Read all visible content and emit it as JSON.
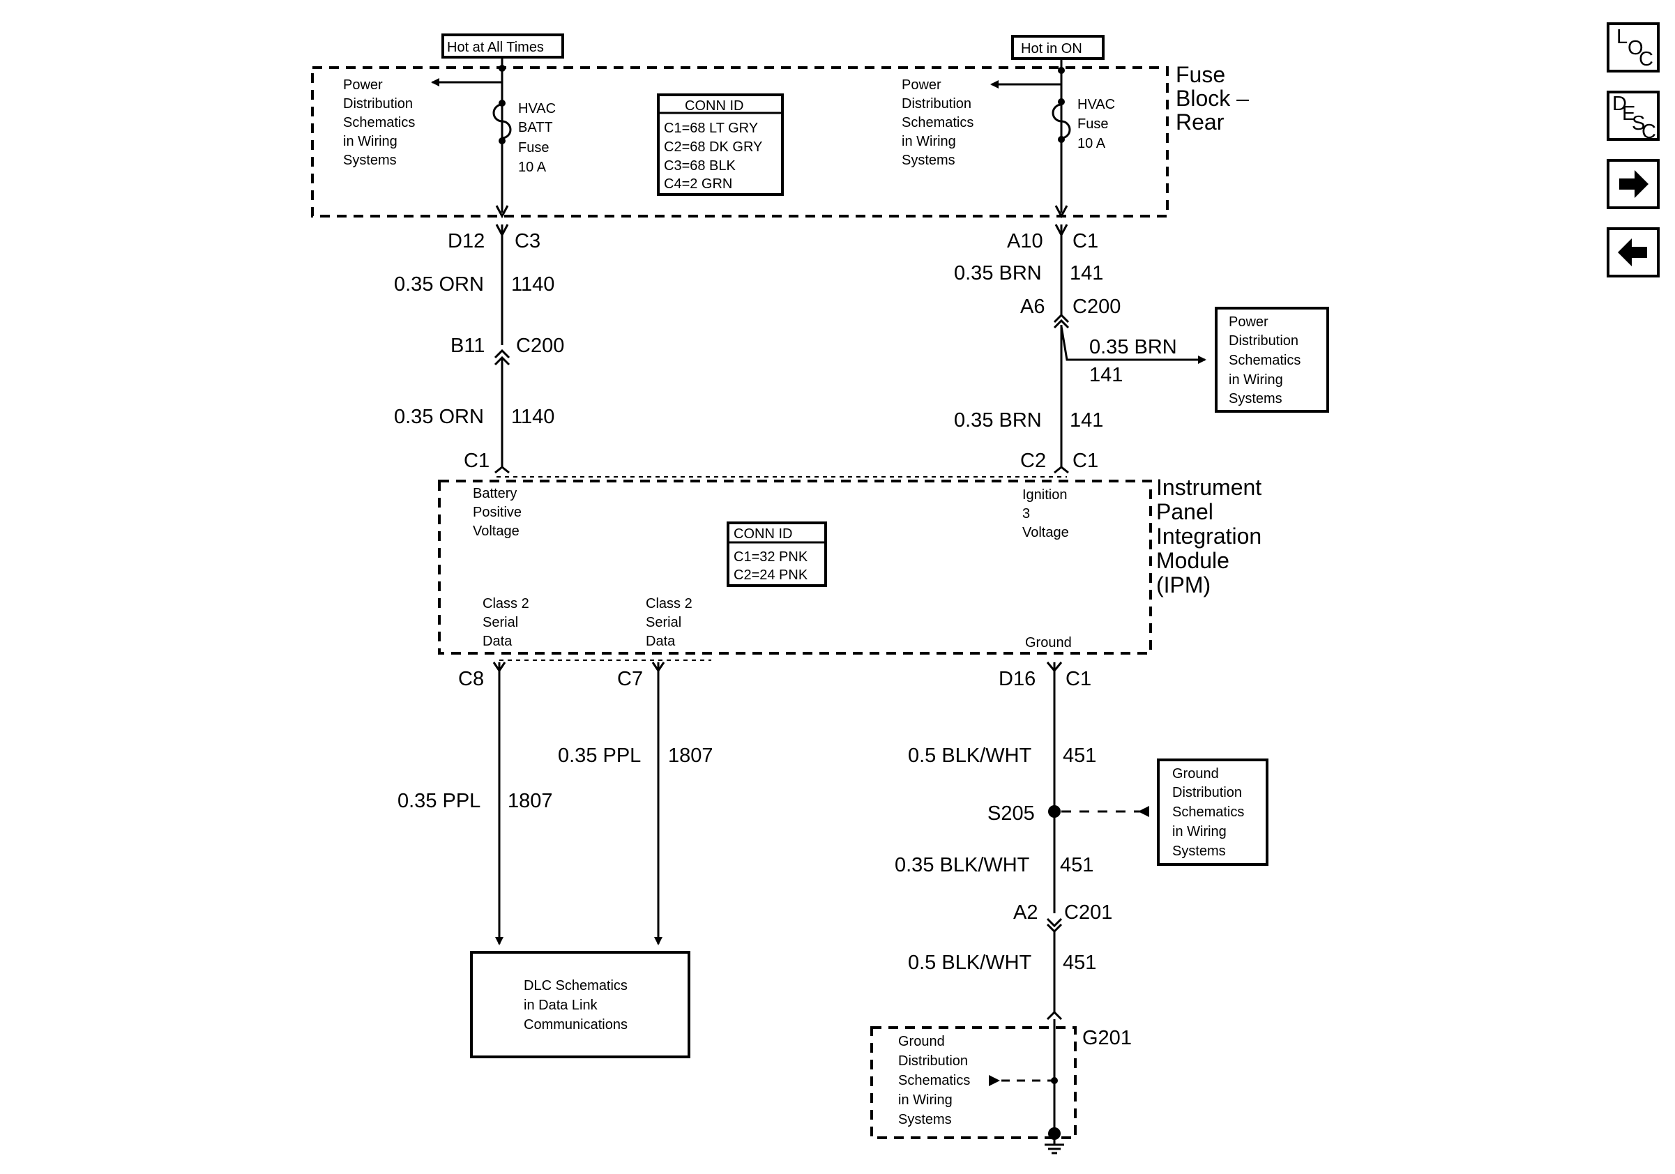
{
  "fuse_block": {
    "labels": [
      "Fuse",
      "Block –",
      "Rear"
    ],
    "hot_at_all_times": "Hot at All Times",
    "hot_in_on": "Hot in ON",
    "left_ref": [
      "Power",
      "Distribution",
      "Schematics",
      "in Wiring",
      "Systems"
    ],
    "right_ref": [
      "Power",
      "Distribution",
      "Schematics",
      "in Wiring",
      "Systems"
    ],
    "left_fuse": [
      "HVAC",
      "BATT",
      "Fuse",
      "10 A"
    ],
    "right_fuse": [
      "HVAC",
      "Fuse",
      "10 A"
    ],
    "conn_title": "CONN ID",
    "conn_lines": [
      "C1=68 LT GRY",
      "C2=68 DK GRY",
      "C3=68 BLK",
      "C4=2 GRN"
    ]
  },
  "left_circuit": {
    "pin_top": "D12",
    "conn_top": "C3",
    "wire_a": "0.35 ORN",
    "circuit_a": "1140",
    "pin_mid": "B11",
    "conn_mid": "C200",
    "wire_b": "0.35 ORN",
    "circuit_b": "1140",
    "conn_ipm": "C1"
  },
  "right_circuit": {
    "pin_top": "A10",
    "conn_top": "C1",
    "wire_a": "0.35 BRN",
    "circuit_a": "141",
    "pin_mid": "A6",
    "conn_mid": "C200",
    "branch_wire": "0.35 BRN",
    "branch_circuit": "141",
    "wire_b": "0.35 BRN",
    "circuit_b": "141",
    "pin_ipm": "C2",
    "conn_ipm": "C1",
    "branch_ref": [
      "Power",
      "Distribution",
      "Schematics",
      "in Wiring",
      "Systems"
    ]
  },
  "ipm": {
    "labels": [
      "Instrument",
      "Panel",
      "Integration",
      "Module",
      "(IPM)"
    ],
    "battery": [
      "Battery",
      "Positive",
      "Voltage"
    ],
    "ignition": [
      "Ignition",
      "3",
      "Voltage"
    ],
    "class2_a": [
      "Class 2",
      "Serial",
      "Data"
    ],
    "class2_b": [
      "Class 2",
      "Serial",
      "Data"
    ],
    "ground": "Ground",
    "conn_title": "CONN ID",
    "conn_lines": [
      "C1=32 PNK",
      "C2=24 PNK"
    ]
  },
  "data_lines": {
    "pin_c8": "C8",
    "pin_c7": "C7",
    "wire_a": "0.35 PPL",
    "circuit_a": "1807",
    "wire_b": "0.35 PPL",
    "circuit_b": "1807",
    "dlc_ref": [
      "DLC Schematics",
      "in Data Link",
      "Communications"
    ]
  },
  "ground_circuit": {
    "pin_top": "D16",
    "conn_top": "C1",
    "wire_a": "0.5 BLK/WHT",
    "circuit_a": "451",
    "splice": "S205",
    "wire_b": "0.35 BLK/WHT",
    "circuit_b": "451",
    "pin_c201": "A2",
    "conn_c201": "C201",
    "wire_c": "0.5 BLK/WHT",
    "circuit_c": "451",
    "ground_id": "G201",
    "splice_ref": [
      "Ground",
      "Distribution",
      "Schematics",
      "in Wiring",
      "Systems"
    ],
    "g201_ref": [
      "Ground",
      "Distribution",
      "Schematics",
      "in Wiring",
      "Systems"
    ]
  },
  "nav": {
    "loc": [
      "L",
      "O",
      "C"
    ],
    "desc": [
      "D",
      "E",
      "S",
      "C"
    ],
    "next_icon": "right-arrow-icon",
    "prev_icon": "left-arrow-icon"
  }
}
